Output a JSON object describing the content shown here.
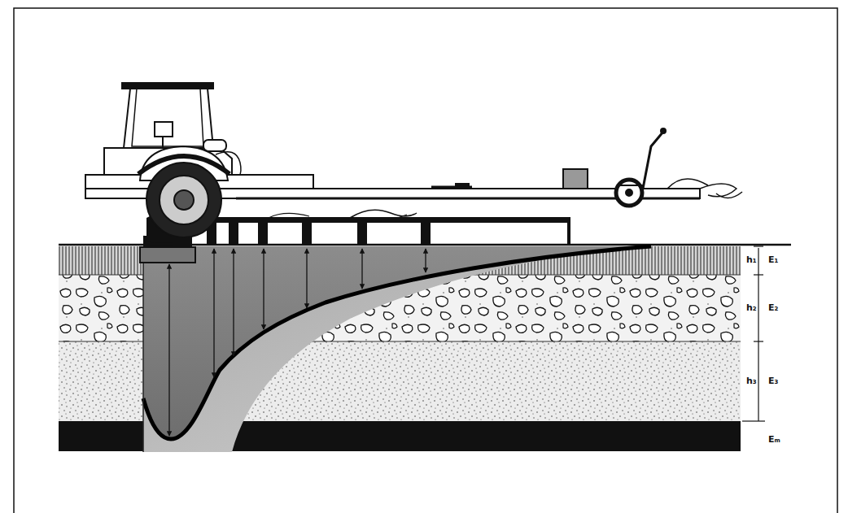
{
  "diagram": {
    "labels": [
      "h₁",
      "E₁",
      "h₂",
      "E₂",
      "h₃",
      "E₃",
      "Eₘ"
    ]
  }
}
